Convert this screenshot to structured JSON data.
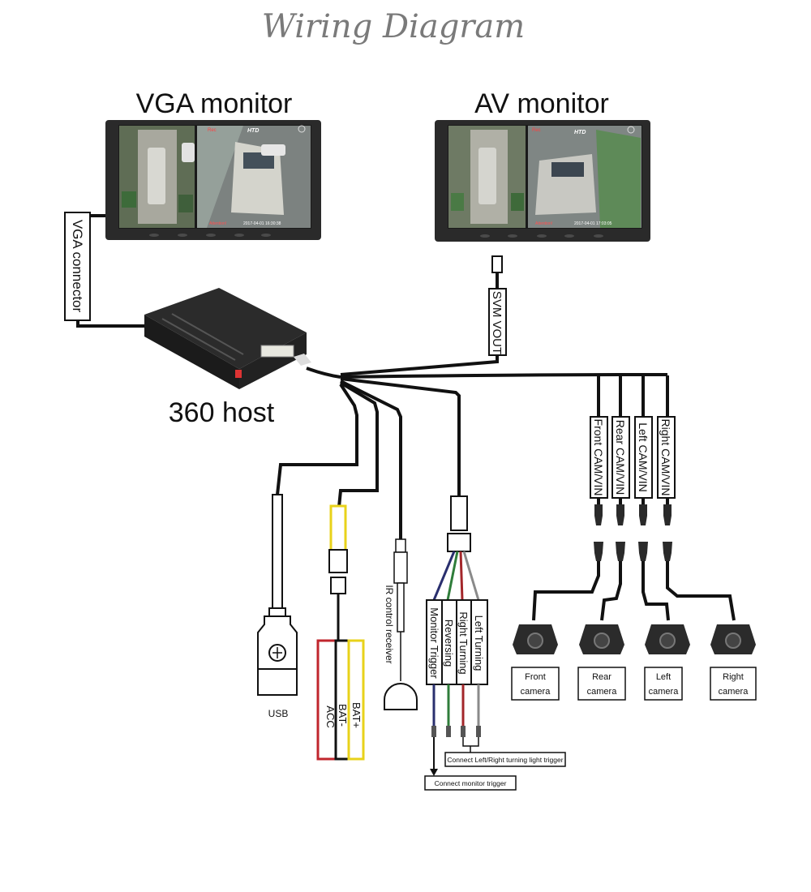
{
  "title": "Wiring Diagram",
  "monitors": {
    "vga_label": "VGA monitor",
    "av_label": "AV monitor",
    "brand": "HTD",
    "rec": "Rec",
    "attention": "Attention!",
    "vga_timestamp": "2017-04-01 16:30:38",
    "av_timestamp": "2017-04-01 17:03:05"
  },
  "host": {
    "label": "360 host"
  },
  "connectors": {
    "vga": "VGA connector",
    "svm_vout": "SVM VOUT"
  },
  "camera_inputs": [
    "Front CAM/VIN",
    "Rear CAM/VIN",
    "Left CAM/VIN",
    "Right CAM/VIN"
  ],
  "cameras": [
    {
      "line1": "Front",
      "line2": "camera"
    },
    {
      "line1": "Rear",
      "line2": "camera"
    },
    {
      "line1": "Left",
      "line2": "camera"
    },
    {
      "line1": "Right",
      "line2": "camera"
    }
  ],
  "power": {
    "acc": "ACC",
    "bat_minus": "BAT-",
    "bat_plus": "BAT+"
  },
  "usb": "USB",
  "ir": "IR control receiver",
  "triggers": [
    "Monitor Trigger",
    "Reversing",
    "Right Turning",
    "Left Turning"
  ],
  "notes": {
    "turning": "Connect Left/Right turning light trigger",
    "monitor": "Connect monitor trigger"
  },
  "colors": {
    "wire": "#111111",
    "screen_bg": "#1a1a1a",
    "acc_red": "#c0262d",
    "bat_black": "#111111",
    "bat_yellow": "#e8d21a",
    "trigger_navy": "#2a2f6e",
    "trigger_green": "#2f7d3a",
    "trigger_red": "#a3262a",
    "trigger_gray": "#8a8a8a"
  }
}
